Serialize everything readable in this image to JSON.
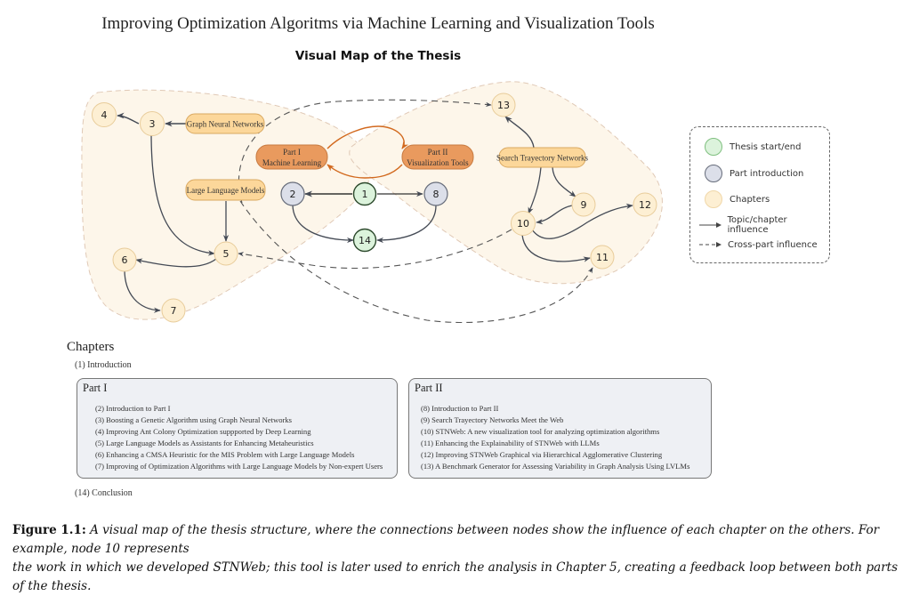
{
  "document": {
    "title": "Improving Optimization Algoritms via Machine Learning and Visualization Tools",
    "map_title": "Visual Map of the Thesis"
  },
  "colors": {
    "thesis_start_end": "#dcf3dc",
    "part_intro": "#dcdfe9",
    "chapter": "#fdefd3",
    "topic_box": "#fcd79a",
    "part_box": "#e99a5e",
    "region": "#fdf6ea",
    "edge": "#444a55",
    "part_edge": "#d2691e"
  },
  "diagram": {
    "parts": [
      {
        "id": "partI",
        "line1": "Part I",
        "line2": "Machine Learning"
      },
      {
        "id": "partII",
        "line1": "Part II",
        "line2": "Visualization Tools"
      }
    ],
    "topics": [
      {
        "id": "gnn",
        "label": "Graph Neural Networks"
      },
      {
        "id": "llm",
        "label": "Large Language Models"
      },
      {
        "id": "stn",
        "label": "Search Trayectory Networks"
      }
    ],
    "nodes": [
      {
        "id": "1",
        "label": "1",
        "kind": "thesis"
      },
      {
        "id": "2",
        "label": "2",
        "kind": "part"
      },
      {
        "id": "3",
        "label": "3",
        "kind": "chapter"
      },
      {
        "id": "4",
        "label": "4",
        "kind": "chapter"
      },
      {
        "id": "5",
        "label": "5",
        "kind": "chapter"
      },
      {
        "id": "6",
        "label": "6",
        "kind": "chapter"
      },
      {
        "id": "7",
        "label": "7",
        "kind": "chapter"
      },
      {
        "id": "8",
        "label": "8",
        "kind": "part"
      },
      {
        "id": "9",
        "label": "9",
        "kind": "chapter"
      },
      {
        "id": "10",
        "label": "10",
        "kind": "chapter"
      },
      {
        "id": "11",
        "label": "11",
        "kind": "chapter"
      },
      {
        "id": "12",
        "label": "12",
        "kind": "chapter"
      },
      {
        "id": "13",
        "label": "13",
        "kind": "chapter"
      },
      {
        "id": "14",
        "label": "14",
        "kind": "thesis"
      }
    ],
    "edges": [
      {
        "from": "gnn",
        "to": "3",
        "style": "solid"
      },
      {
        "from": "3",
        "to": "4",
        "style": "solid"
      },
      {
        "from": "3",
        "to": "5",
        "style": "solid"
      },
      {
        "from": "llm",
        "to": "5",
        "style": "solid"
      },
      {
        "from": "5",
        "to": "6",
        "style": "solid"
      },
      {
        "from": "6",
        "to": "7",
        "style": "solid"
      },
      {
        "from": "1",
        "to": "2",
        "style": "solid"
      },
      {
        "from": "1",
        "to": "8",
        "style": "solid"
      },
      {
        "from": "2",
        "to": "14",
        "style": "solid"
      },
      {
        "from": "8",
        "to": "14",
        "style": "solid"
      },
      {
        "from": "partI",
        "to": "partII",
        "style": "part"
      },
      {
        "from": "partII",
        "to": "partI",
        "style": "part"
      },
      {
        "from": "stn",
        "to": "13",
        "style": "solid"
      },
      {
        "from": "stn",
        "to": "10",
        "style": "solid"
      },
      {
        "from": "stn",
        "to": "9",
        "style": "solid"
      },
      {
        "from": "9",
        "to": "10",
        "style": "solid"
      },
      {
        "from": "10",
        "to": "12",
        "style": "solid"
      },
      {
        "from": "10",
        "to": "11",
        "style": "solid"
      },
      {
        "from": "llm",
        "to": "13",
        "style": "dashed"
      },
      {
        "from": "10",
        "to": "5",
        "style": "dashed"
      },
      {
        "from": "llm",
        "to": "11",
        "style": "dashed"
      }
    ]
  },
  "legend": {
    "items": [
      {
        "label": "Thesis start/end",
        "type": "thesis"
      },
      {
        "label": "Part introduction",
        "type": "part"
      },
      {
        "label": "Chapters",
        "type": "chapter"
      },
      {
        "label": "Topic/chapter influence",
        "type": "solid"
      },
      {
        "label": "Cross-part influence",
        "type": "dashed"
      }
    ]
  },
  "chapters": {
    "heading": "Chapters",
    "intro": "(1) Introduction",
    "conclusion": "(14) Conclusion",
    "part1": {
      "title": "Part I",
      "items": [
        "(2) Introduction to Part I",
        "(3) Boosting a Genetic Algorithm using Graph Neural Networks",
        "(4) Improving Ant Colony Optimization suppported by Deep Learning",
        "(5) Large Language Models as Assistants for Enhancing Metaheuristics",
        "(6) Enhancing a CMSA Heuristic for the MIS Problem with Large Language Models",
        "(7) Improving of Optimization Algorithms with Large Language Models by Non-expert Users"
      ]
    },
    "part2": {
      "title": "Part II",
      "items": [
        "(8) Introduction to Part II",
        "(9) Search Trayectory Networks Meet the Web",
        "(10) STNWeb: A new visualization tool for analyzing optimization algorithms",
        "(11) Enhancing the Explainability of STNWeb with LLMs",
        "(12) Improving STNWeb Graphical via Hierarchical Agglomerative Clustering",
        "(13) A Benchmark Generator for Assessing Variability in Graph Analysis Using LVLMs"
      ]
    }
  },
  "caption": {
    "label": "Figure 1.1:",
    "line1": "A visual map of the thesis structure, where the connections between nodes show the influence of each chapter on the others. For example, node 10 represents",
    "line2": "the work in which we developed STNWeb; this tool is later used to enrich the analysis in Chapter 5, creating a feedback loop between both parts of the thesis."
  }
}
